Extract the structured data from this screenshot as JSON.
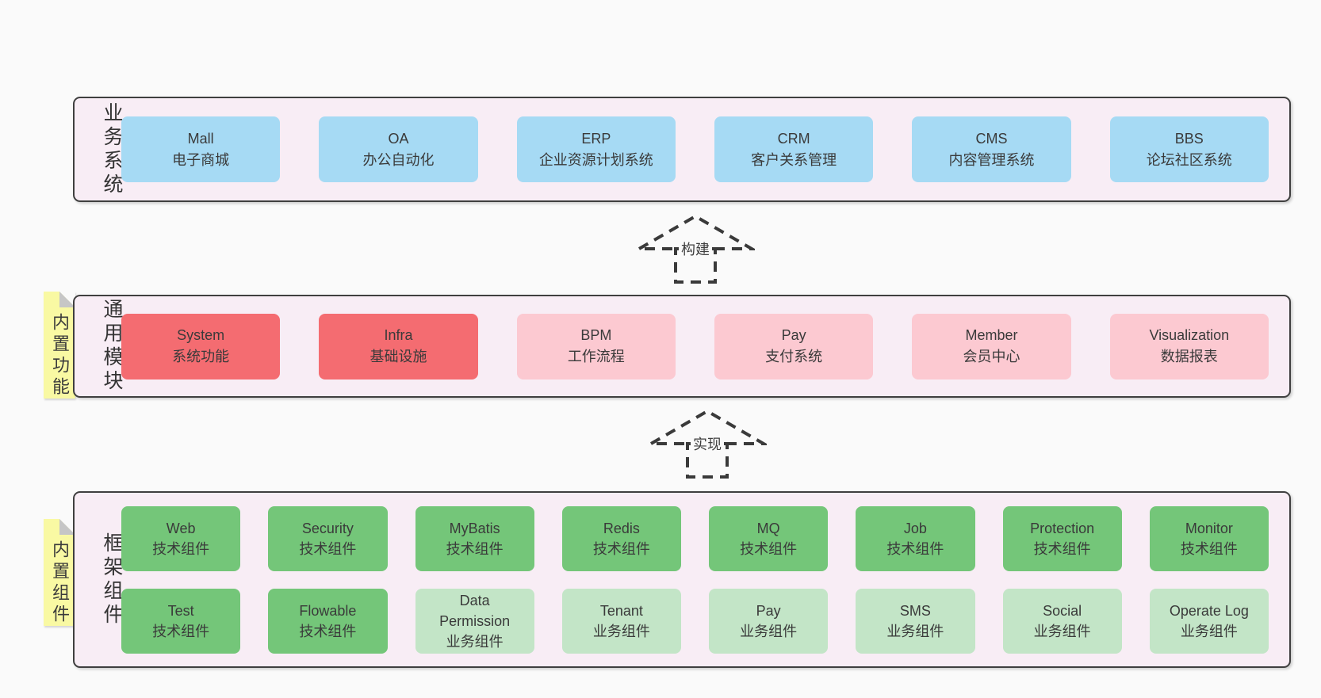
{
  "colors": {
    "page-bg": "#fafafa",
    "band-bg": "#f8edf5",
    "band-border": "#3f3f3f",
    "text": "#3a3a3a",
    "blue": "#a6daf4",
    "red": "#f46c71",
    "pink": "#fcc9d1",
    "green": "#74c679",
    "green-light": "#c3e5c7",
    "tag-yellow": "#f9f9a3",
    "fold-gray": "#c6c6c6"
  },
  "tags": [
    {
      "label": "内置功能"
    },
    {
      "label": "内置组件"
    }
  ],
  "arrows": [
    {
      "label": "构建"
    },
    {
      "label": "实现"
    }
  ],
  "sections": [
    {
      "label": "业务系统",
      "boxes": [
        {
          "en": "Mall",
          "zh": "电子商城"
        },
        {
          "en": "OA",
          "zh": "办公自动化"
        },
        {
          "en": "ERP",
          "zh": "企业资源计划系统"
        },
        {
          "en": "CRM",
          "zh": "客户关系管理"
        },
        {
          "en": "CMS",
          "zh": "内容管理系统"
        },
        {
          "en": "BBS",
          "zh": "论坛社区系统"
        }
      ]
    },
    {
      "label": "通用模块",
      "boxes": [
        {
          "en": "System",
          "zh": "系统功能"
        },
        {
          "en": "Infra",
          "zh": "基础设施"
        },
        {
          "en": "BPM",
          "zh": "工作流程"
        },
        {
          "en": "Pay",
          "zh": "支付系统"
        },
        {
          "en": "Member",
          "zh": "会员中心"
        },
        {
          "en": "Visualization",
          "zh": "数据报表"
        }
      ]
    },
    {
      "label": "框架组件",
      "rows": [
        [
          {
            "en": "Web",
            "zh": "技术组件"
          },
          {
            "en": "Security",
            "zh": "技术组件"
          },
          {
            "en": "MyBatis",
            "zh": "技术组件"
          },
          {
            "en": "Redis",
            "zh": "技术组件"
          },
          {
            "en": "MQ",
            "zh": "技术组件"
          },
          {
            "en": "Job",
            "zh": "技术组件"
          },
          {
            "en": "Protection",
            "zh": "技术组件"
          },
          {
            "en": "Monitor",
            "zh": "技术组件"
          }
        ],
        [
          {
            "en": "Test",
            "zh": "技术组件"
          },
          {
            "en": "Flowable",
            "zh": "技术组件"
          },
          {
            "en": "Data Permission",
            "zh": "业务组件"
          },
          {
            "en": "Tenant",
            "zh": "业务组件"
          },
          {
            "en": "Pay",
            "zh": "业务组件"
          },
          {
            "en": "SMS",
            "zh": "业务组件"
          },
          {
            "en": "Social",
            "zh": "业务组件"
          },
          {
            "en": "Operate Log",
            "zh": "业务组件"
          }
        ]
      ]
    }
  ]
}
